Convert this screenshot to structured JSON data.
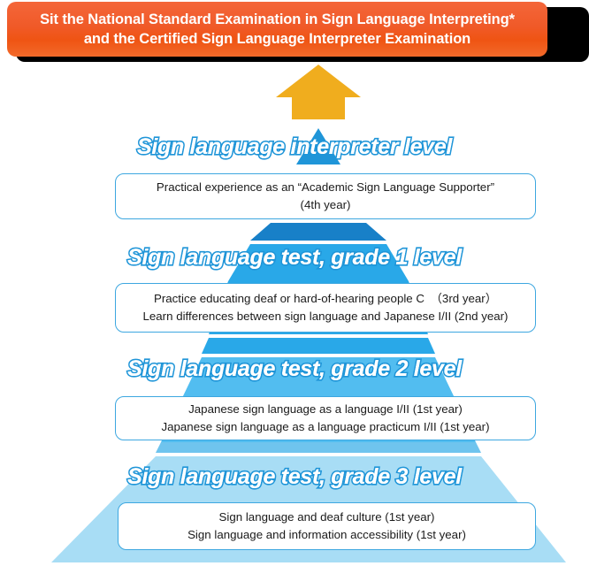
{
  "banner": {
    "line1": "Sit the National Standard Examination in Sign Language Interpreting*",
    "line2": "and the Certified Sign Language Interpreter Examination",
    "bg_color": "#ef5413",
    "text_color": "#ffffff"
  },
  "arrow": {
    "name": "up-arrow",
    "color": "#f0ad1e"
  },
  "colors": {
    "band_grade1_top": "#1880c8",
    "band_grade1": "#29a8e8",
    "band_grade2": "#52bdf0",
    "band_grade3_top": "#6fc4ee",
    "band_grade3": "#a8ddf5",
    "heading_outline": "#1f95d8",
    "box_border": "#3da7e0",
    "box_fill": "#ffffff",
    "connector_blue": "#1f95d8"
  },
  "levels": [
    {
      "id": "interpreter",
      "heading": "Sign language interpreter level",
      "lines": [
        "Practical experience as an “Academic Sign Language Supporter”",
        "(4th year)"
      ]
    },
    {
      "id": "grade-1",
      "heading": "Sign language test, grade 1 level",
      "lines": [
        "Practice educating deaf or hard-of-hearing people C　（3rd year）",
        "Learn differences between sign language and Japanese I/II (2nd year)"
      ]
    },
    {
      "id": "grade-2",
      "heading": "Sign language test, grade 2 level",
      "lines": [
        "Japanese sign language as a language I/II (1st year)",
        "Japanese sign language as a language practicum I/II (1st year)"
      ]
    },
    {
      "id": "grade-3",
      "heading": "Sign language test, grade 3 level",
      "lines": [
        "Sign language and deaf culture (1st year)",
        "Sign language and information accessibility (1st year)"
      ]
    }
  ]
}
